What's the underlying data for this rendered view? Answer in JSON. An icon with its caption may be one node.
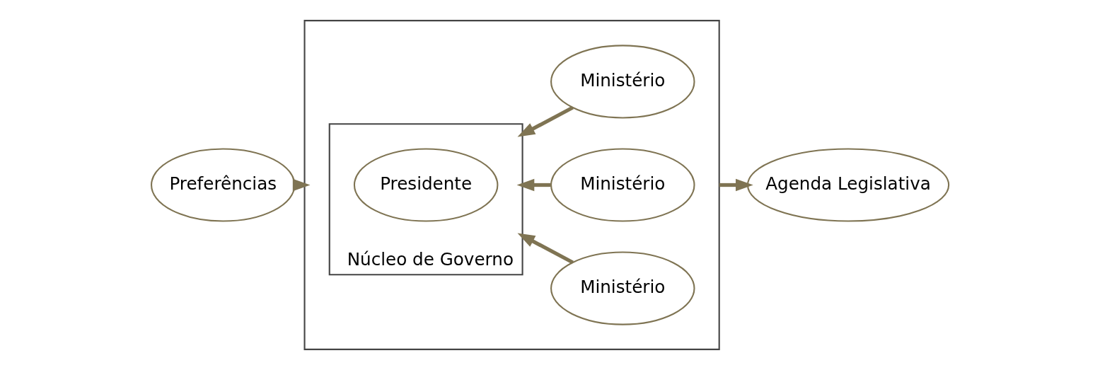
{
  "diagram": {
    "nodes": [
      {
        "text": [
          "Preferências"
        ]
      },
      {
        "text": [],
        "shape": "box"
      },
      {
        "text": [
          "Núcleo de Governo"
        ],
        "in": 1
      },
      {
        "text": [
          "Presidente"
        ],
        "in": 2
      },
      {
        "text": [
          "Ministério"
        ],
        "in": 1
      },
      {
        "text": [
          "Ministério"
        ],
        "in": 1
      },
      {
        "text": [
          "Ministério"
        ],
        "in": 1
      },
      {
        "text": [
          "Agenda Legislativa"
        ]
      }
    ],
    "edges": [
      {
        "from": 0,
        "to": 1,
        "arrow": "to"
      },
      {
        "from": 4,
        "to": 2,
        "arrow": "to"
      },
      {
        "from": 5,
        "to": 2,
        "arrow": "to"
      },
      {
        "from": 6,
        "to": 2,
        "arrow": "to"
      },
      {
        "from": 1,
        "to": 7,
        "arrow": "to"
      }
    ]
  }
}
